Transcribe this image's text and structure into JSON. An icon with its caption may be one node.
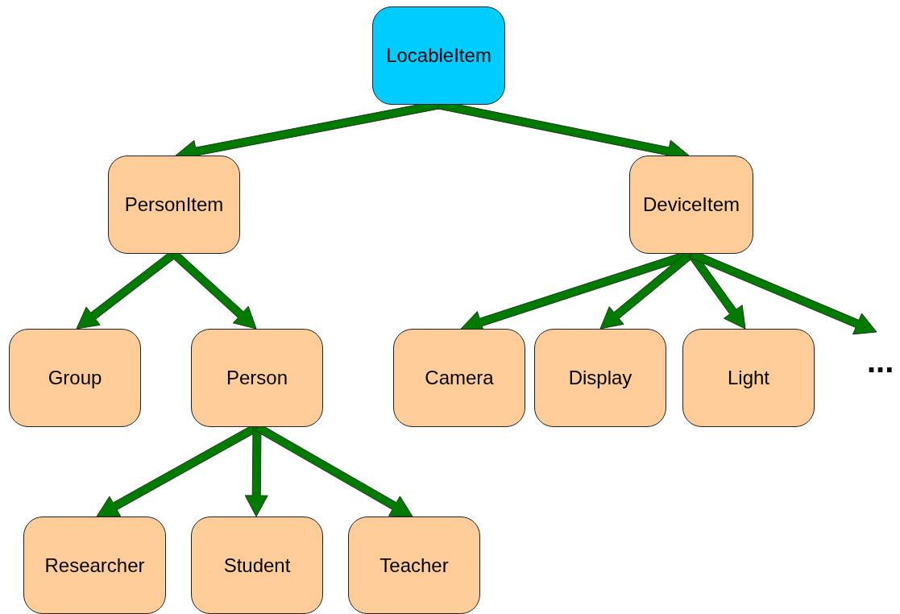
{
  "diagram": {
    "nodes": [
      {
        "text": [
          "LocableItem"
        ]
      },
      {
        "text": [
          "PersonItem"
        ]
      },
      {
        "text": [
          "DeviceItem"
        ]
      },
      {
        "text": [
          "Group"
        ]
      },
      {
        "text": [
          "Person"
        ]
      },
      {
        "text": [
          "Camera"
        ]
      },
      {
        "text": [
          "Display"
        ]
      },
      {
        "text": [
          "Light"
        ]
      },
      {
        "text": [
          "Researcher"
        ]
      },
      {
        "text": [
          "Student"
        ]
      },
      {
        "text": [
          "Teacher"
        ]
      }
    ],
    "edges": [
      {
        "from": 0,
        "to": 1,
        "arrow": "to"
      },
      {
        "from": 0,
        "to": 2,
        "arrow": "to"
      },
      {
        "from": 1,
        "to": 3,
        "arrow": "to"
      },
      {
        "from": 1,
        "to": 4,
        "arrow": "to"
      },
      {
        "from": 2,
        "to": 5,
        "arrow": "to"
      },
      {
        "from": 2,
        "to": 6,
        "arrow": "to"
      },
      {
        "from": 2,
        "to": 7,
        "arrow": "to"
      },
      {
        "from": 2,
        "to": null,
        "arrow": "to"
      },
      {
        "from": 4,
        "to": 8,
        "arrow": "to"
      },
      {
        "from": 4,
        "to": 9,
        "arrow": "to"
      },
      {
        "from": 4,
        "to": 10,
        "arrow": "to"
      }
    ],
    "labels": [
      "..."
    ]
  }
}
